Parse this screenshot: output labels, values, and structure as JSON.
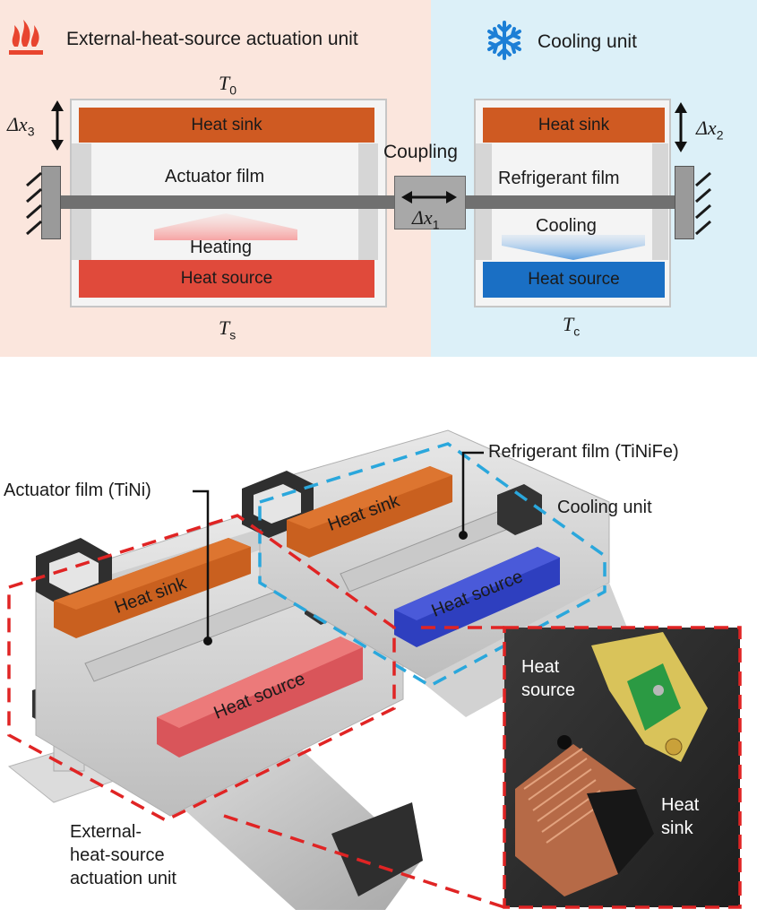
{
  "top": {
    "left_panel_title": "External-heat-source actuation unit",
    "right_panel_title": "Cooling unit",
    "colors": {
      "left_bg": "#fbe6dd",
      "right_bg": "#dcf0f8",
      "heat_sink": "#cf5a22",
      "heat_source_left": "#e04a3b",
      "heat_source_right": "#1a6fc4",
      "frame": "#d0d0d0"
    },
    "labels": {
      "t0_symbol": "T",
      "t0_sub": "0",
      "ts_symbol": "T",
      "ts_sub": "s",
      "tc_symbol": "T",
      "tc_sub": "c",
      "dx3_symbol": "Δx",
      "dx3_sub": "3",
      "dx2_symbol": "Δx",
      "dx2_sub": "2",
      "dx1_symbol": "Δx",
      "dx1_sub": "1",
      "heat_sink_left": "Heat sink",
      "heat_sink_right": "Heat sink",
      "actuator_film": "Actuator film",
      "refrigerant_film": "Refrigerant film",
      "coupling": "Coupling",
      "heating": "Heating",
      "cooling": "Cooling",
      "heat_source_left": "Heat source",
      "heat_source_right": "Heat source"
    }
  },
  "bottom": {
    "callouts": {
      "actuator_film": "Actuator film (TiNi)",
      "refrigerant_film": "Refrigerant film (TiNiFe)",
      "cooling_unit": "Cooling unit",
      "actuation_unit_line1": "External-",
      "actuation_unit_line2": "heat-source",
      "actuation_unit_line3": "actuation unit"
    },
    "block_labels": {
      "heat_sink_left": "Heat sink",
      "heat_source_left": "Heat source",
      "heat_sink_right": "Heat sink",
      "heat_source_right": "Heat source"
    },
    "photo_labels": {
      "heat_source_line1": "Heat",
      "heat_source_line2": "source",
      "heat_sink_line1": "Heat",
      "heat_sink_line2": "sink"
    }
  }
}
